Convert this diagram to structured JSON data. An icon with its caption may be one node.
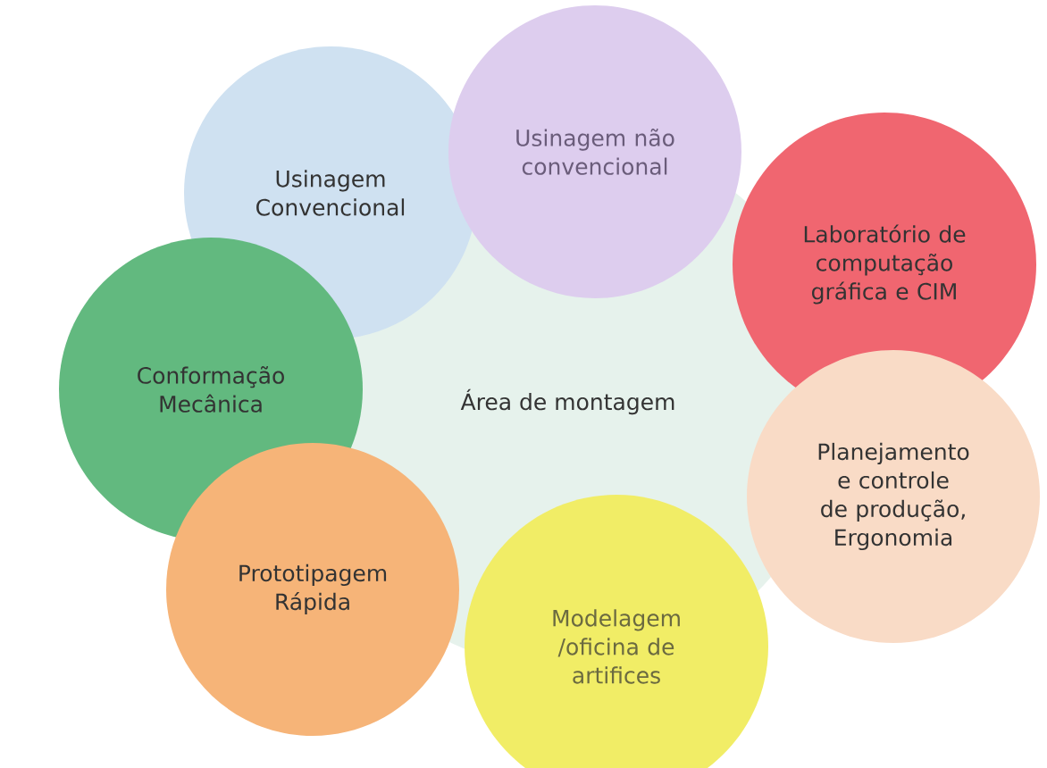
{
  "diagram": {
    "nodes": [
      {
        "text": [
          "Área de montagem"
        ]
      },
      {
        "text": [
          "Usinagem Convencional"
        ]
      },
      {
        "text": [
          "Usinagem não convencional"
        ]
      },
      {
        "text": [
          "Laboratório de computação gráfica e CIM"
        ]
      },
      {
        "text": [
          "Conformação Mecânica"
        ]
      },
      {
        "text": [
          "Planejamento e controle de produção, Ergonomia"
        ]
      },
      {
        "text": [
          "Prototipagem Rápida"
        ]
      },
      {
        "text": [
          "Modelagem /oficina de artifices"
        ]
      }
    ]
  }
}
